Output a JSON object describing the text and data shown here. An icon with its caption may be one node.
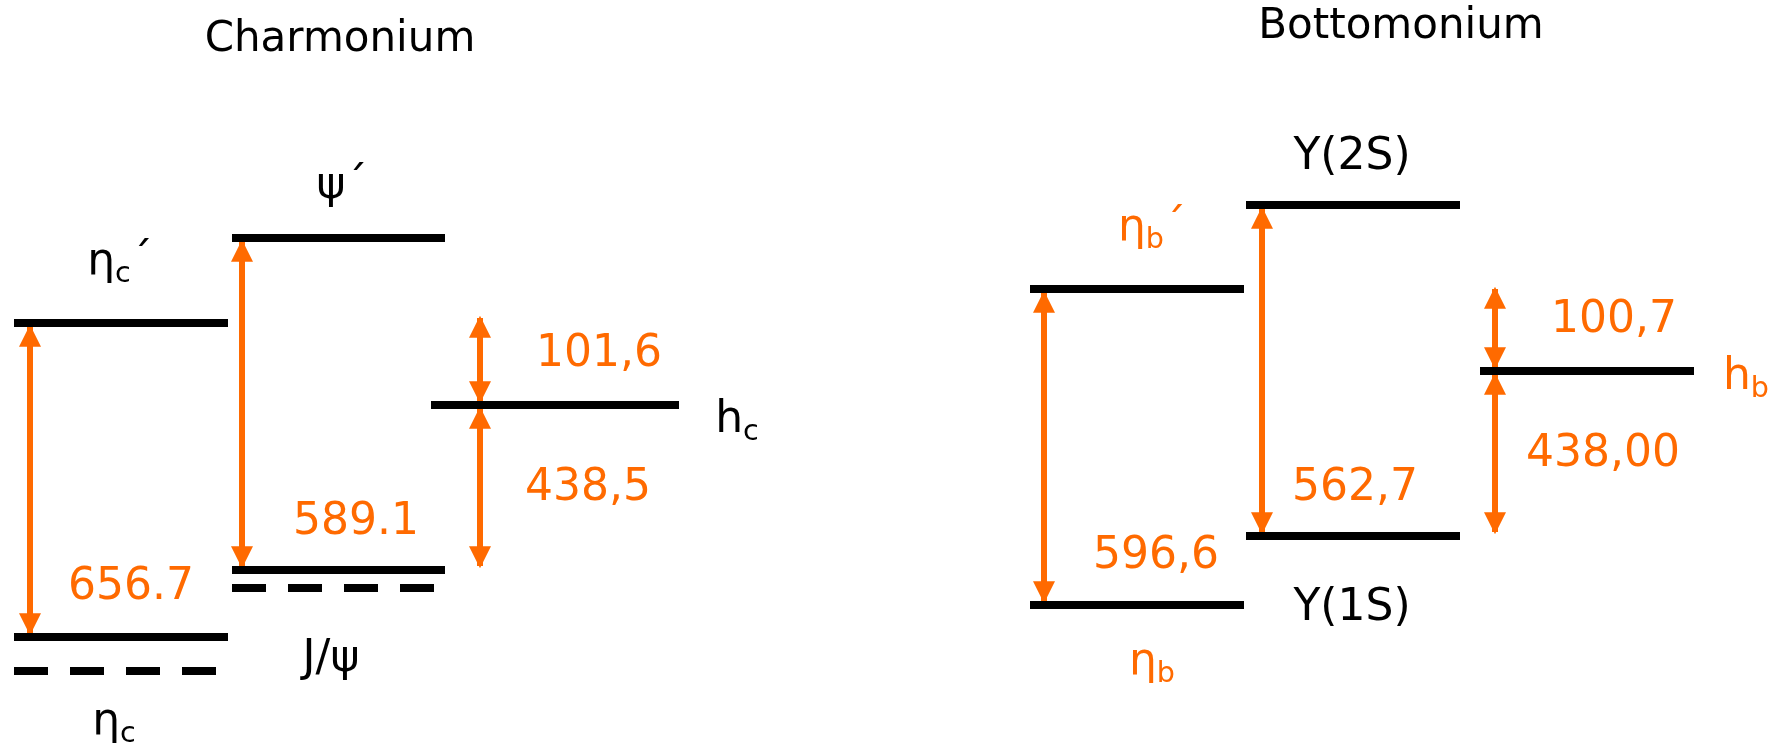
{
  "diagram": {
    "nodes": [
      {
        "text": [
          "η$_{c}$´"
        ]
      },
      {
        "text": [
          "ψ´"
        ]
      },
      {
        "text": [
          "h$_{c}$"
        ]
      },
      {
        "text": [
          "J/ψ"
        ]
      },
      {
        "text": [
          "η$_{c}$"
        ]
      },
      {
        "text": [
          "η$_{b}$´"
        ]
      },
      {
        "text": [
          "Y(2S)"
        ]
      },
      {
        "text": [
          "h$_{b}$"
        ]
      },
      {
        "text": [
          "Y(1S)"
        ]
      },
      {
        "text": [
          "η$_{b}$"
        ]
      }
    ],
    "edges": [
      {
        "from": 0,
        "to": 4,
        "arrow": "both",
        "label": "656.7"
      },
      {
        "from": 1,
        "to": 3,
        "arrow": "both",
        "label": "589.1"
      },
      {
        "from": null,
        "to": 2,
        "arrow": "both",
        "label": "101,6"
      },
      {
        "from": 2,
        "to": 3,
        "arrow": "both",
        "label": "438,5"
      },
      {
        "from": 5,
        "to": 9,
        "arrow": "both",
        "label": "596,6"
      },
      {
        "from": 6,
        "to": 8,
        "arrow": "both",
        "label": "562,7"
      },
      {
        "from": null,
        "to": 7,
        "arrow": "both",
        "label": "100,7"
      },
      {
        "from": 7,
        "to": 8,
        "arrow": "both",
        "label": "438,00"
      }
    ],
    "labels": [
      "Charmonium",
      "Bottomonium"
    ]
  }
}
